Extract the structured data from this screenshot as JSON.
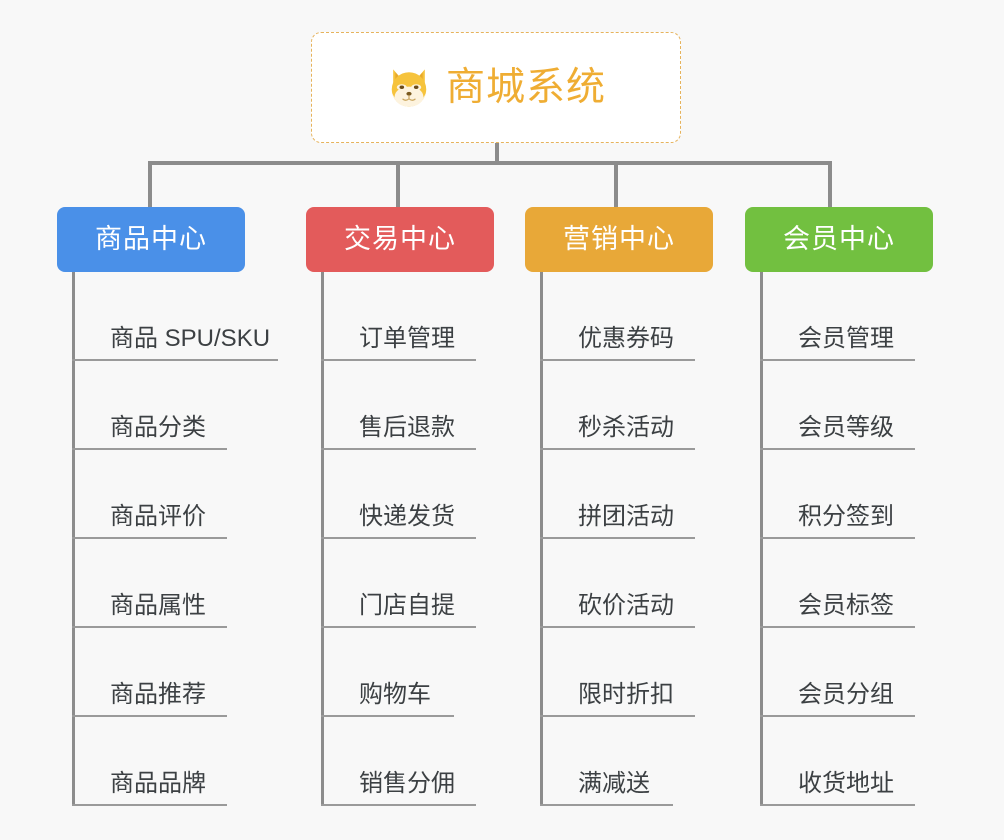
{
  "diagram": {
    "title": "商城系统",
    "background_color": "#f8f8f8",
    "root": {
      "label": "商城系统",
      "icon": "shiba-dog-icon",
      "text_color": "#efad33",
      "border_color": "#e6b35c",
      "fill_color": "#ffffff"
    },
    "connector_color": "#8c8c8c",
    "leaf_text_color": "#3c4043",
    "leaf_rule_color": "#9a9a9a",
    "branches": [
      {
        "label": "商品中心",
        "color": "#4a90e8",
        "items": [
          "商品 SPU/SKU",
          "商品分类",
          "商品评价",
          "商品属性",
          "商品推荐",
          "商品品牌"
        ]
      },
      {
        "label": "交易中心",
        "color": "#e35b5b",
        "items": [
          "订单管理",
          "售后退款",
          "快递发货",
          "门店自提",
          "购物车",
          "销售分佣"
        ]
      },
      {
        "label": "营销中心",
        "color": "#e8a838",
        "items": [
          "优惠券码",
          "秒杀活动",
          "拼团活动",
          "砍价活动",
          "限时折扣",
          "满减送"
        ]
      },
      {
        "label": "会员中心",
        "color": "#72c040",
        "items": [
          "会员管理",
          "会员等级",
          "积分签到",
          "会员标签",
          "会员分组",
          "收货地址"
        ]
      }
    ]
  }
}
